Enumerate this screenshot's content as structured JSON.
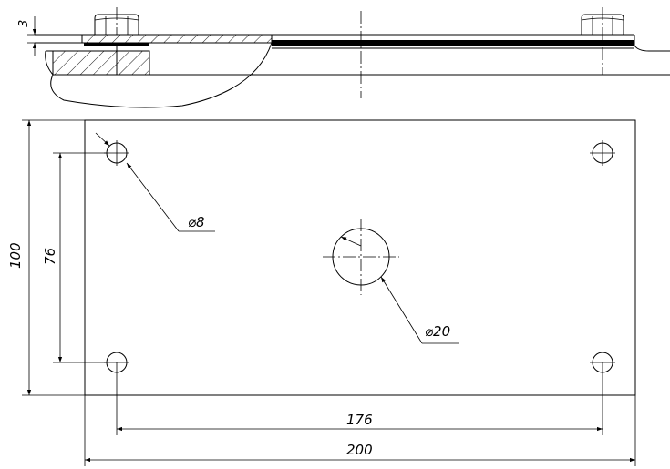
{
  "drawing": {
    "dimensions": {
      "thickness": "3",
      "hole_small": "⌀8",
      "hole_large": "⌀20",
      "height_total": "100",
      "height_holes": "76",
      "width_holes": "176",
      "width_total": "200"
    }
  }
}
